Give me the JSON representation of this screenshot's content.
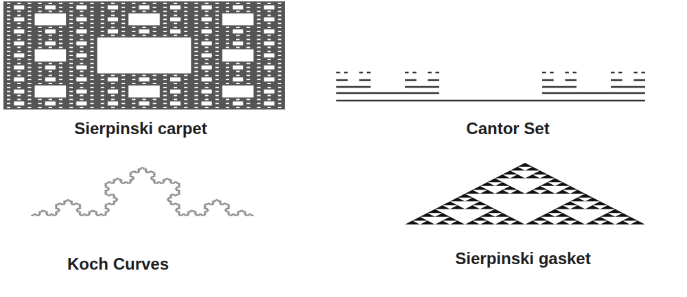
{
  "diagram": {
    "labels": [
      "Sierpinski carpet",
      "Cantor Set",
      "Koch Curves",
      "Sierpinski gasket"
    ]
  }
}
